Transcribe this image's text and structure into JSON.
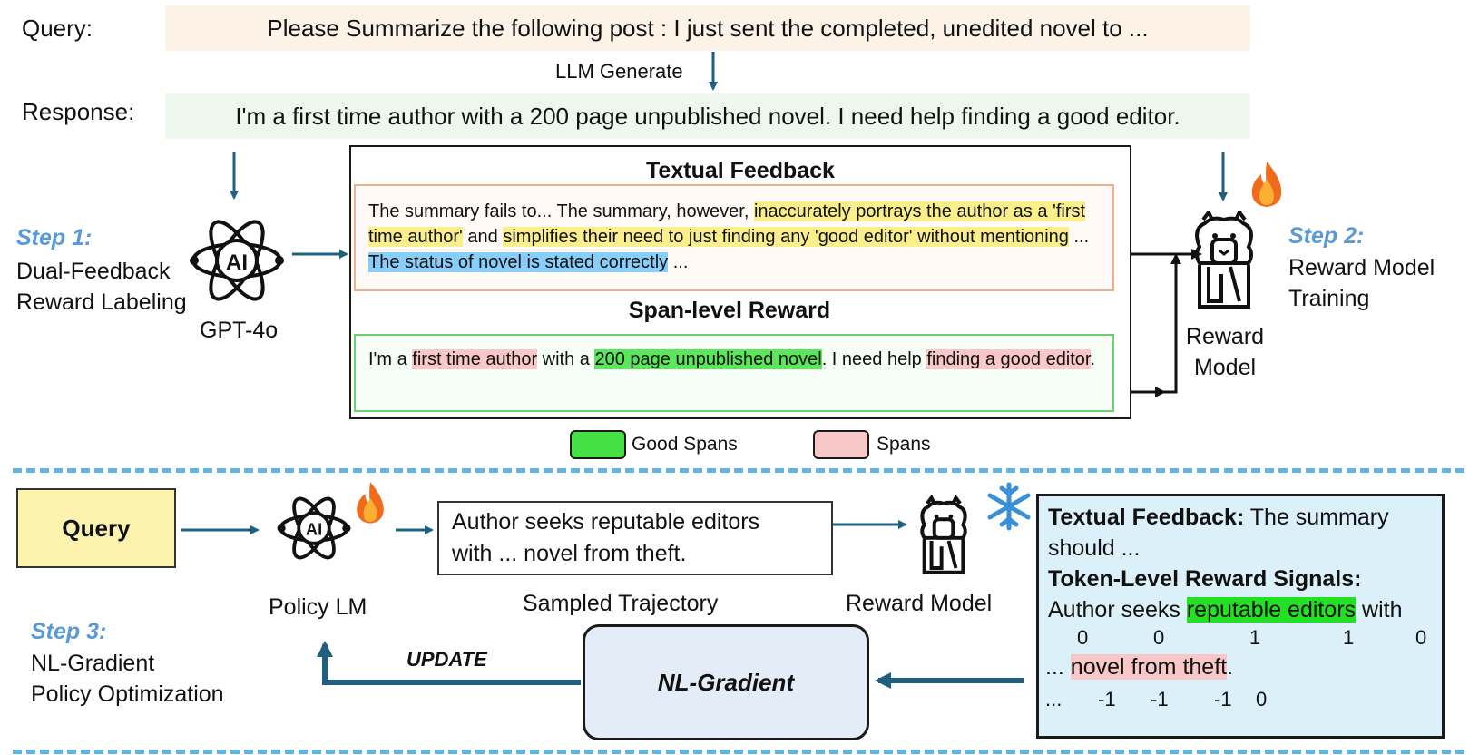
{
  "top": {
    "query_label": "Query:",
    "query_text": "Please Summarize the following post : I just sent the completed, unedited novel to ...",
    "generate_label": "LLM Generate",
    "response_label": "Response:",
    "response_text": "I'm a first time author with a 200 page unpublished novel. I need help finding a good editor."
  },
  "step1": {
    "title": "Step 1:",
    "line1": "Dual-Feedback",
    "line2": "Reward Labeling",
    "model": "GPT-4o"
  },
  "step2": {
    "title": "Step 2:",
    "line1": "Reward Model",
    "line2": "Training",
    "model_line1": "Reward",
    "model_line2": "Model"
  },
  "textual_feedback": {
    "title": "Textual Feedback",
    "p1": "The summary fails to... The summary, however, ",
    "h1": "inaccurately portrays the author as a 'first time author'",
    "p2": " and ",
    "h2": "simplifies their need to just finding any 'good editor' without mentioning",
    "p3": " ... ",
    "h3": "The status of novel is stated correctly",
    "p4": " ..."
  },
  "span_reward": {
    "title": "Span-level Reward",
    "p1": "I'm a ",
    "r1": "first time author",
    "p2": " with a ",
    "g1": "200 page unpublished novel",
    "p3": ". I need help ",
    "r2": "finding a good editor",
    "p4": "."
  },
  "legend": {
    "good": "Good Spans",
    "bad": "Spans",
    "good_color": "#44e044",
    "bad_color": "#f8c8c8"
  },
  "step3": {
    "title": "Step 3:",
    "line1": "NL-Gradient",
    "line2": "Policy Optimization",
    "query": "Query",
    "policy": "Policy LM",
    "traj_line1": "Author seeks reputable editors",
    "traj_line2": "with ... novel from theft.",
    "traj_label": "Sampled Trajectory",
    "reward_model": "Reward Model",
    "update": "UPDATE",
    "nl_gradient": "NL-Gradient"
  },
  "feedback_panel": {
    "tf_label": "Textual Feedback:",
    "tf_text": " The summary should ...",
    "token_label": "Token-Level Reward Signals:",
    "l1_a": "Author seeks ",
    "l1_h": "reputable editors",
    "l1_b": " with",
    "nums1": [
      "0",
      "0",
      "1",
      "1",
      "0"
    ],
    "l2_a": "... ",
    "l2_h": "novel from theft",
    "l2_b": ".",
    "dots": "...",
    "nums2": [
      "-1",
      "-1",
      "-1",
      "0"
    ]
  },
  "colors": {
    "arrow": "#1f5f7f",
    "step": "#5b9bd5",
    "dash": "#62b4e3"
  }
}
